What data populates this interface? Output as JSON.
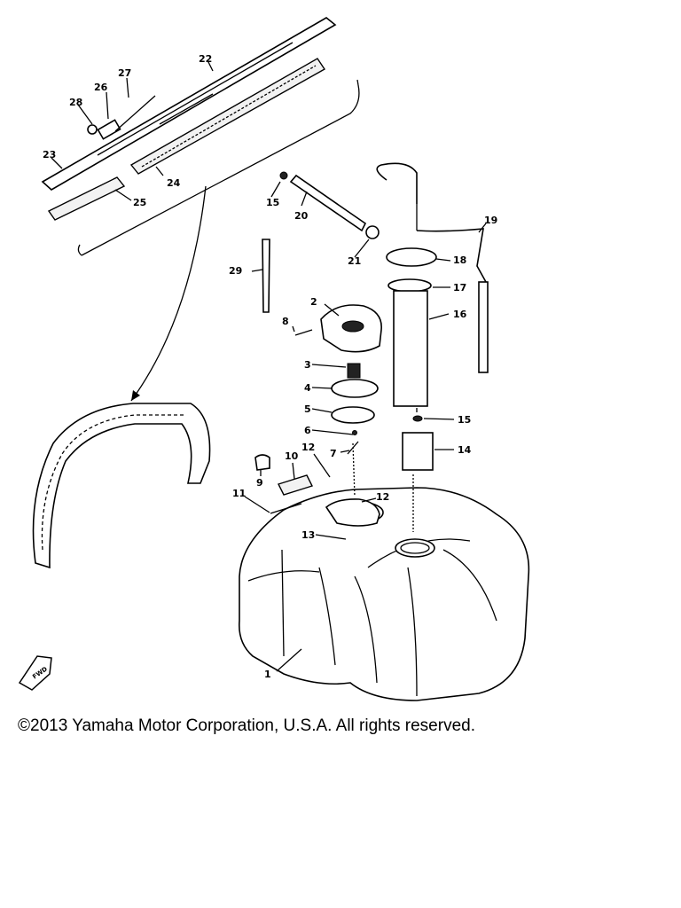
{
  "parts": [
    {
      "id": "p1",
      "label": "1"
    },
    {
      "id": "p2",
      "label": "2"
    },
    {
      "id": "p3",
      "label": "3"
    },
    {
      "id": "p4",
      "label": "4"
    },
    {
      "id": "p5",
      "label": "5"
    },
    {
      "id": "p6",
      "label": "6"
    },
    {
      "id": "p7",
      "label": "7"
    },
    {
      "id": "p8",
      "label": "8"
    },
    {
      "id": "p9",
      "label": "9"
    },
    {
      "id": "p10",
      "label": "10"
    },
    {
      "id": "p11",
      "label": "11"
    },
    {
      "id": "p12a",
      "label": "12"
    },
    {
      "id": "p12b",
      "label": "12"
    },
    {
      "id": "p13",
      "label": "13"
    },
    {
      "id": "p14",
      "label": "14"
    },
    {
      "id": "p15a",
      "label": "15"
    },
    {
      "id": "p15b",
      "label": "15"
    },
    {
      "id": "p16",
      "label": "16"
    },
    {
      "id": "p17",
      "label": "17"
    },
    {
      "id": "p18",
      "label": "18"
    },
    {
      "id": "p19",
      "label": "19"
    },
    {
      "id": "p20",
      "label": "20"
    },
    {
      "id": "p21",
      "label": "21"
    },
    {
      "id": "p22",
      "label": "22"
    },
    {
      "id": "p23",
      "label": "23"
    },
    {
      "id": "p24",
      "label": "24"
    },
    {
      "id": "p25",
      "label": "25"
    },
    {
      "id": "p26",
      "label": "26"
    },
    {
      "id": "p27",
      "label": "27"
    },
    {
      "id": "p28",
      "label": "28"
    },
    {
      "id": "p29",
      "label": "29"
    }
  ],
  "front_mark": "FWD",
  "copyright": "©2013 Yamaha Motor Corporation, U.S.A. All rights reserved."
}
